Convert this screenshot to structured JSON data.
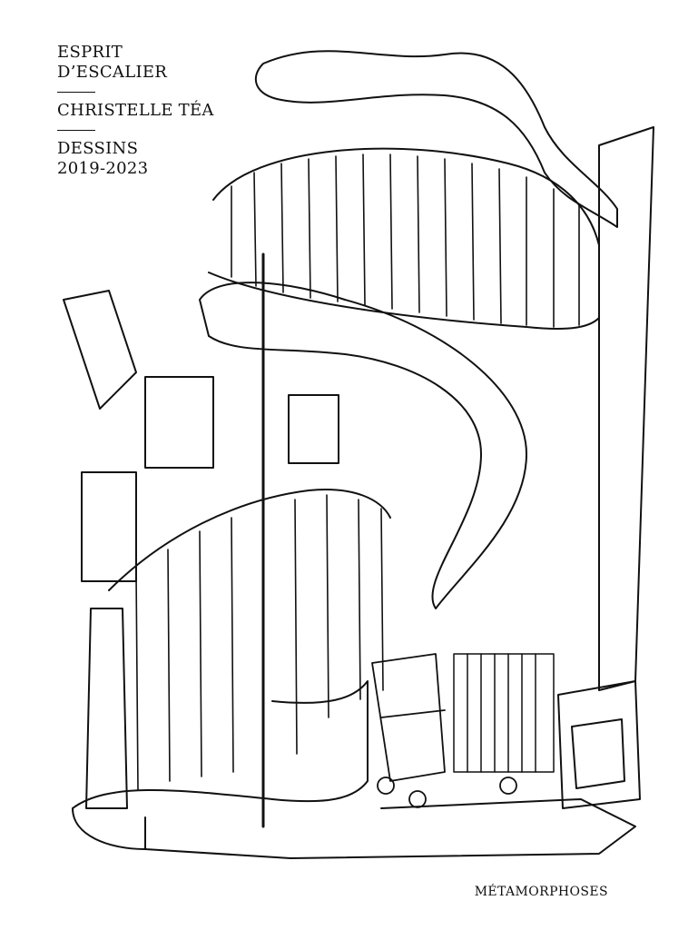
{
  "cover": {
    "title_line1": "ESPRIT",
    "title_line2": "D’ESCALIER",
    "author": "CHRISTELLE TÉA",
    "subtitle": "DESSINS",
    "years": "2019-2023",
    "publisher": "MÉTAMORPHOSES"
  },
  "colors": {
    "ink": "#111111",
    "paper": "#ffffff"
  },
  "illustration": {
    "subject": "spiral-staircase-ink-drawing"
  }
}
